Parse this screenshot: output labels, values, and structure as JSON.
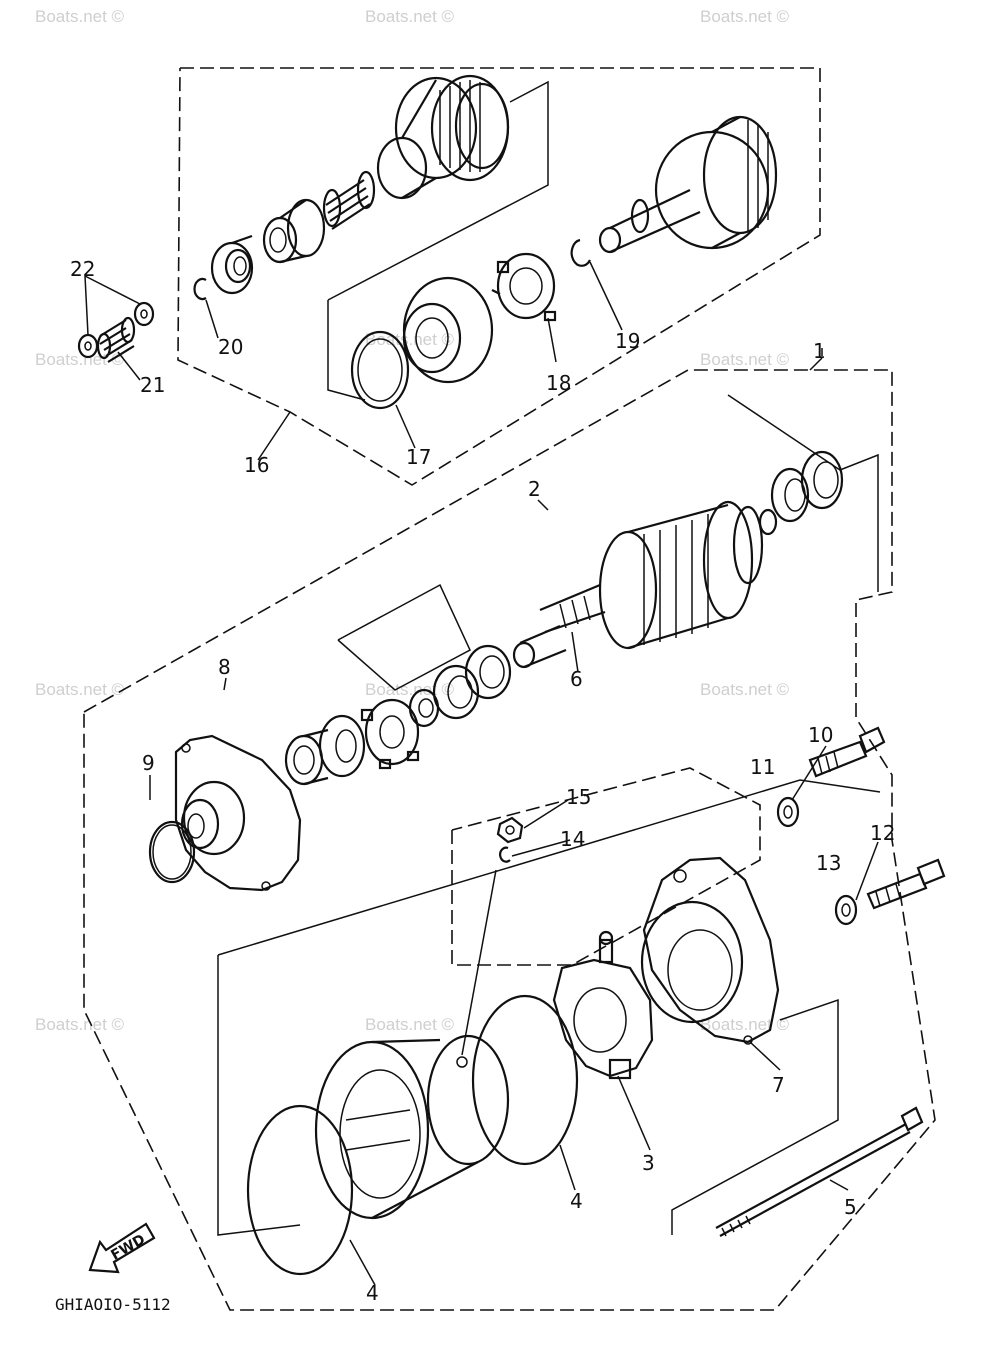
{
  "labels": [
    "1",
    "2",
    "3",
    "4",
    "4",
    "5",
    "6",
    "7",
    "8",
    "9",
    "10",
    "11",
    "12",
    "13",
    "14",
    "15",
    "16",
    "17",
    "18",
    "19",
    "20",
    "21",
    "22"
  ],
  "diagram_code": "GHIAOIO-5112",
  "fwd_label": "FWD",
  "watermark": "Boats.net ©",
  "colors": {
    "ink": "#111111",
    "watermark": "#cfcfcf",
    "background": "#ffffff"
  }
}
